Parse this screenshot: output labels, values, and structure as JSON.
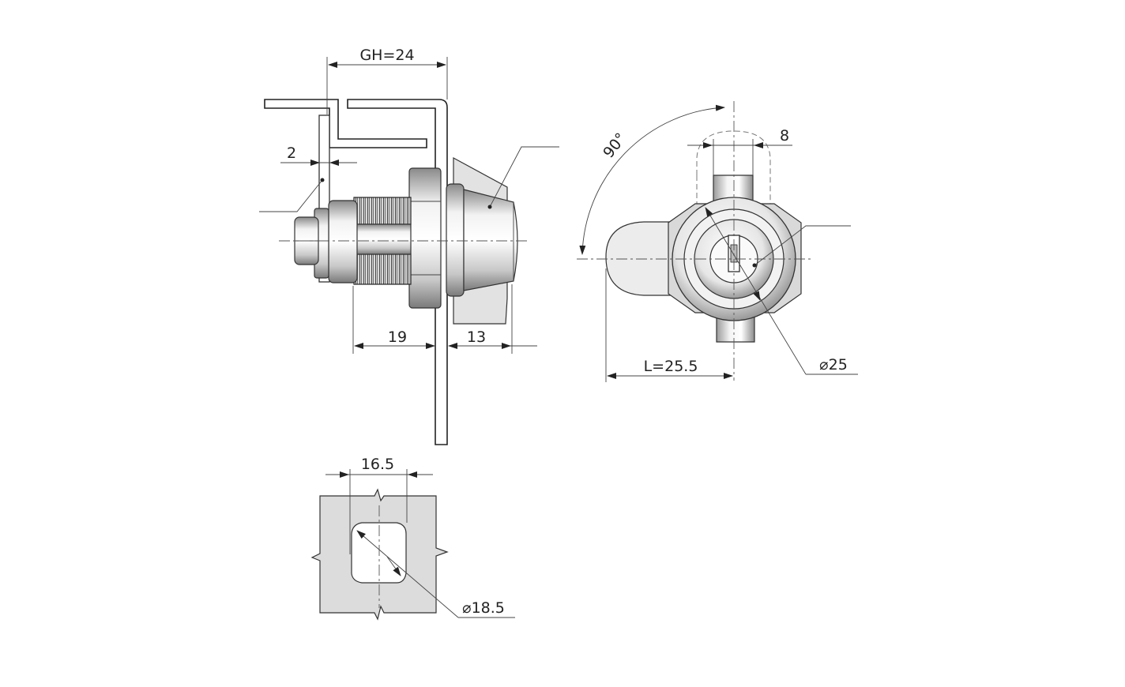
{
  "dimensions": {
    "grip_range": "GH=24",
    "panel_thickness": "2",
    "thread_length": "19",
    "front_length": "13",
    "cam_width": "8",
    "rotation_angle": "90°",
    "cam_length": "L=25.5",
    "face_diameter": "25",
    "cutout_width": "16.5",
    "cutout_diameter": "18.5"
  },
  "symbols": {
    "diameter": "⌀"
  }
}
